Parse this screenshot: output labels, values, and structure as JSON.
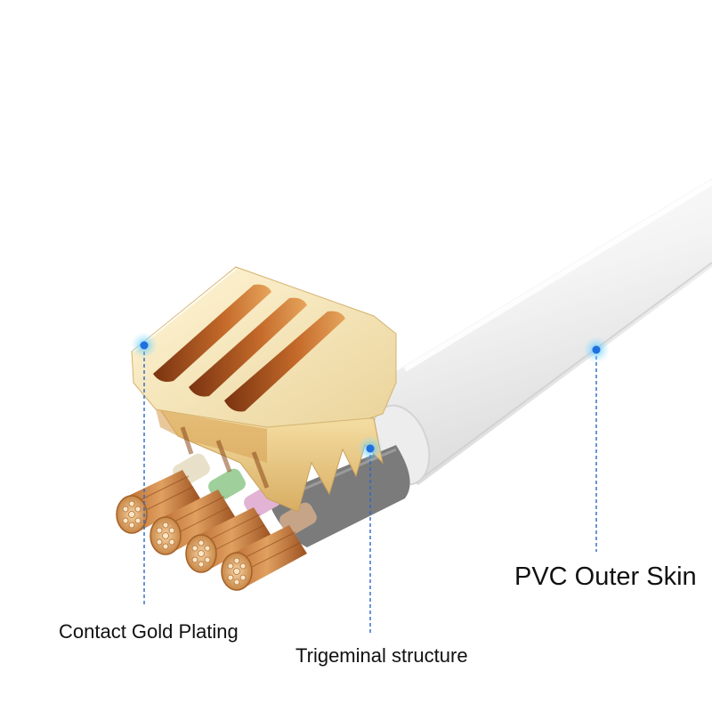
{
  "callouts": {
    "contact": "Contact Gold Plating",
    "structure": "Trigeminal structure",
    "skin": "PVC Outer Skin"
  },
  "colors": {
    "gold_light": "#fbefc4",
    "gold_mid": "#e6c688",
    "gold_dark": "#a7561c",
    "copper": "#c9783d",
    "cable_white": "#f2f2f2",
    "inner_sheath": "#7d7d7d",
    "callout_blue": "#1e6fe0"
  }
}
